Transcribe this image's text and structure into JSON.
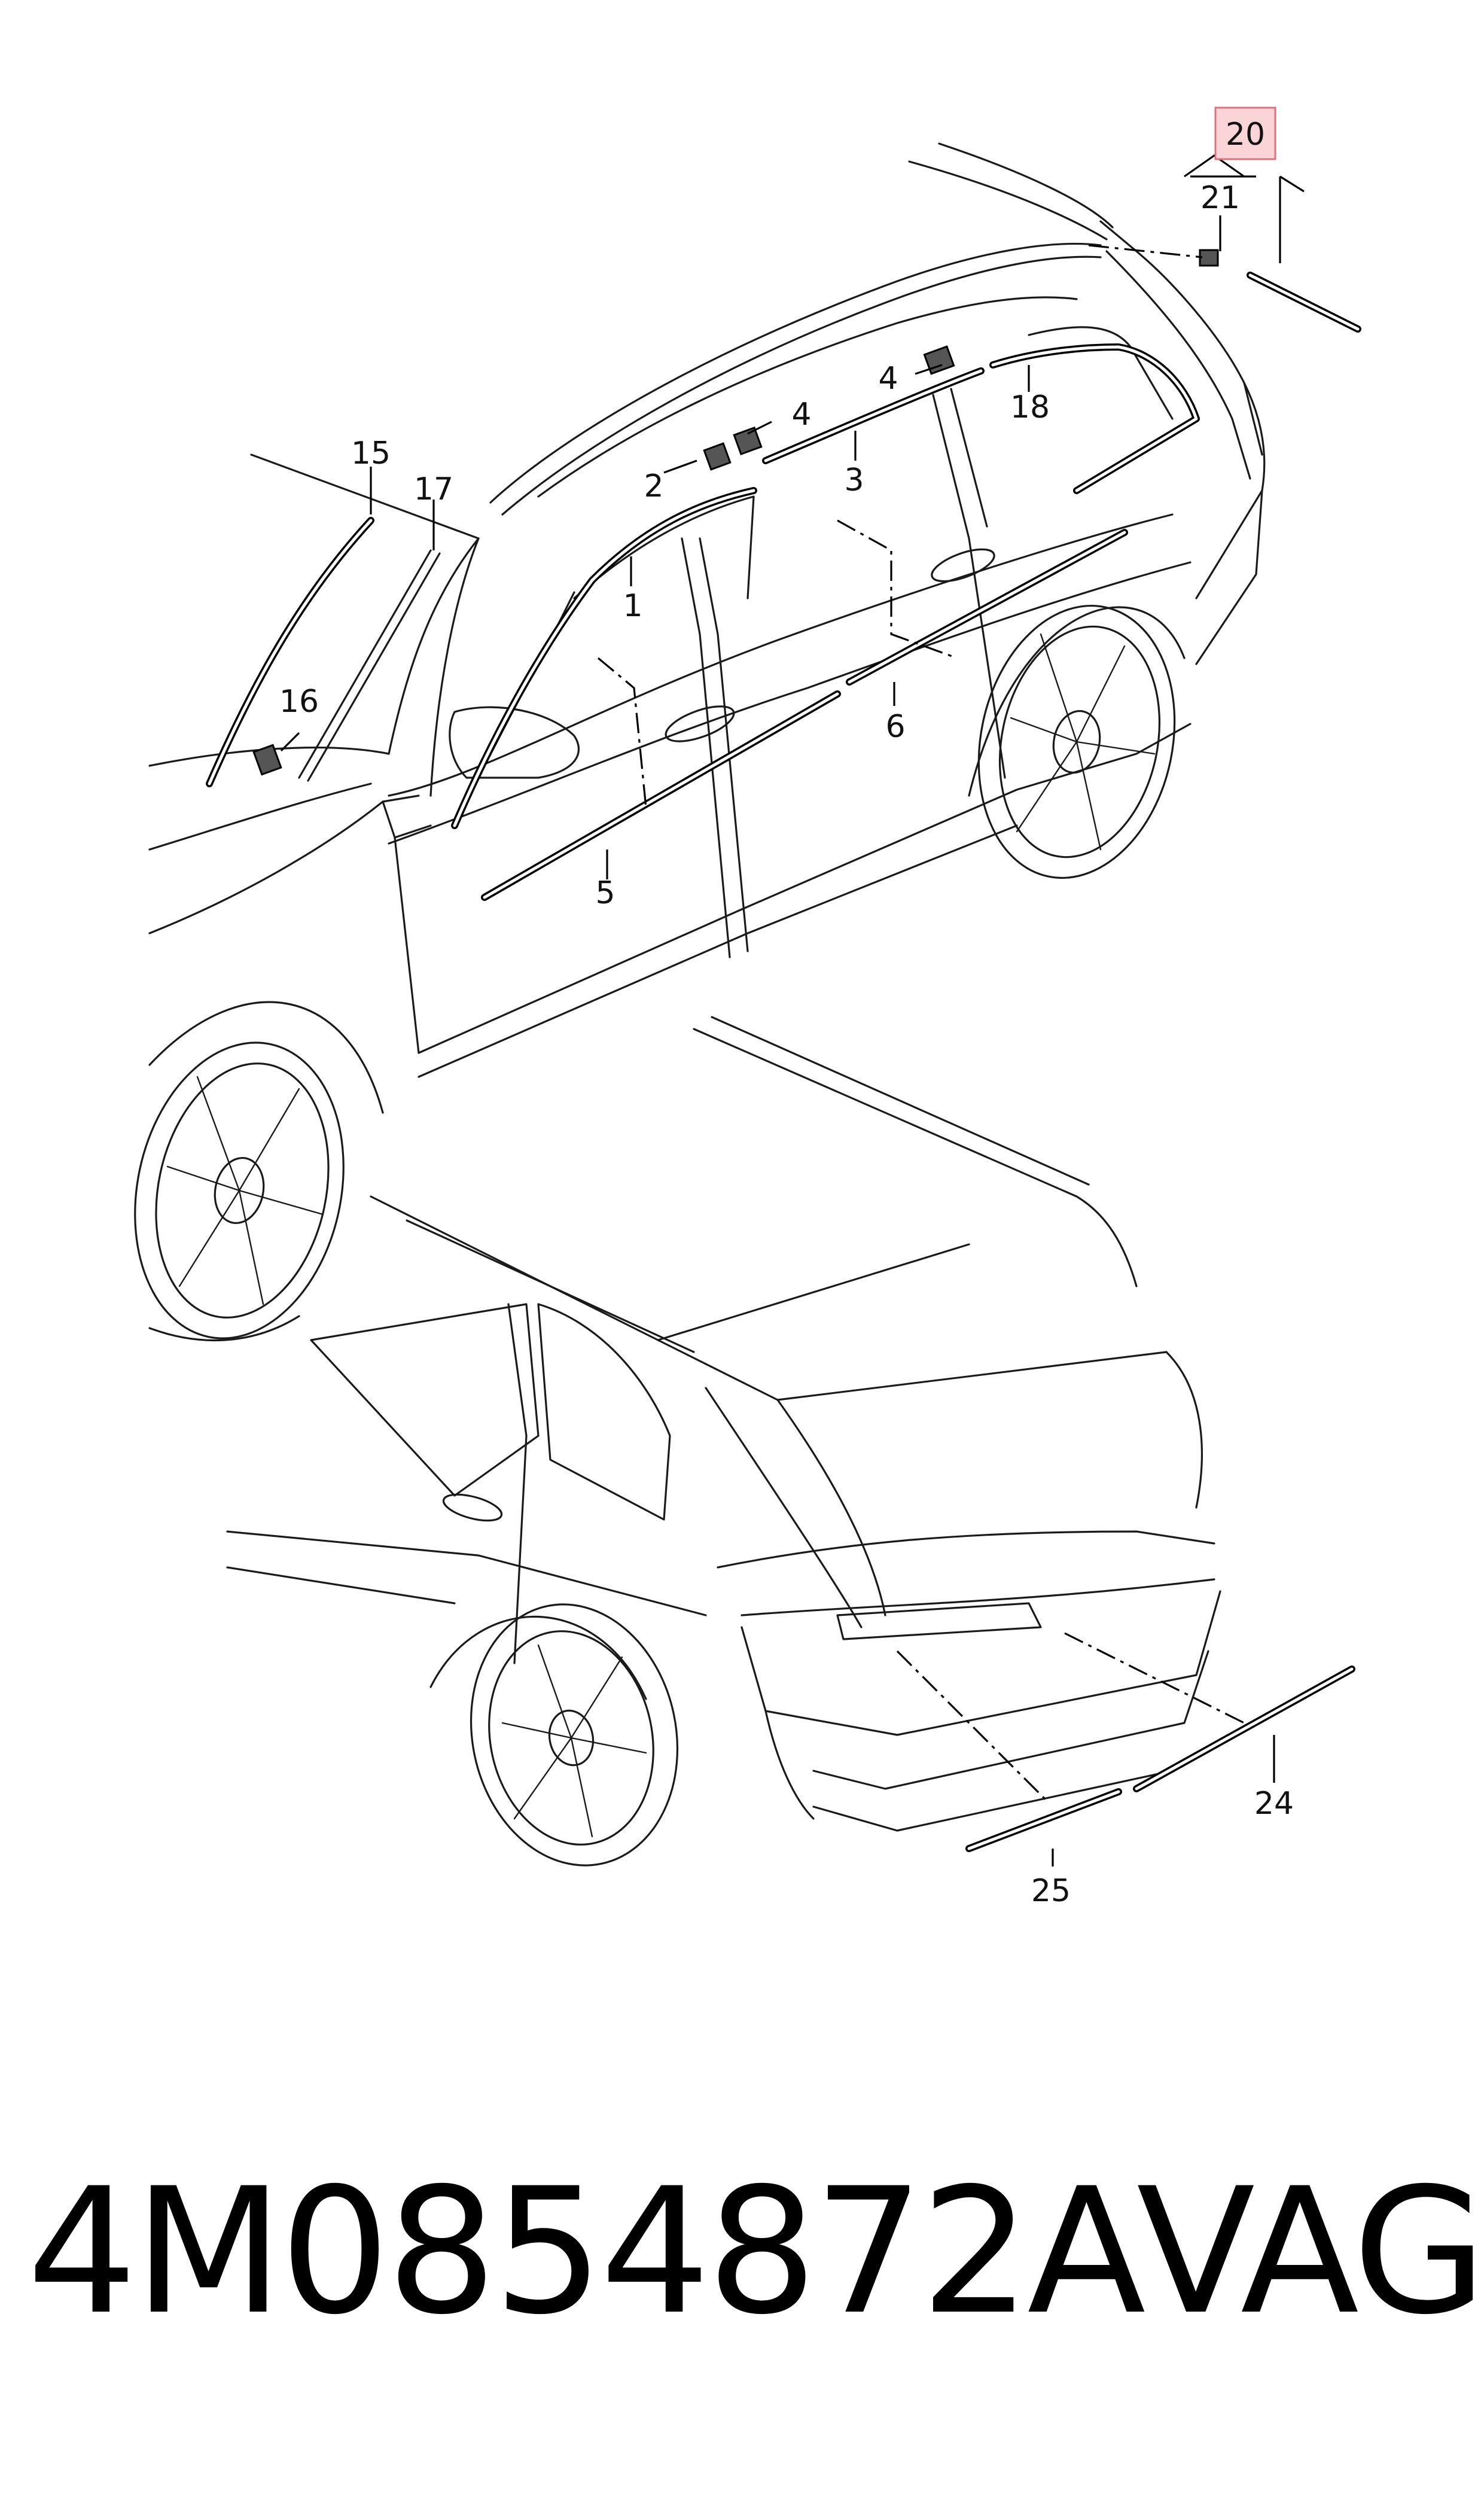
{
  "diagram": {
    "callouts": {
      "c1": "1",
      "c2": "2",
      "c3": "3",
      "c4a": "4",
      "c4b": "4",
      "c5": "5",
      "c6": "6",
      "c15": "15",
      "c16": "16",
      "c17": "17",
      "c18": "18",
      "c20": "20",
      "c21": "21",
      "c24": "24",
      "c25": "25"
    },
    "highlighted_callout": "20",
    "highlight_color": "#fbd4d8"
  },
  "footer": {
    "part_number": "4M0854872A",
    "brand": "VAG"
  }
}
